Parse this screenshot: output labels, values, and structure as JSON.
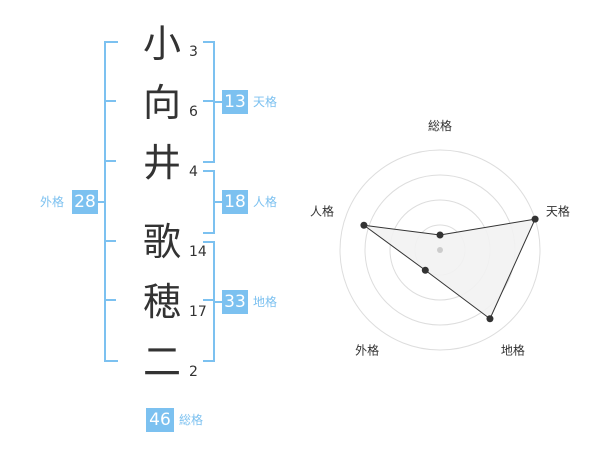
{
  "name_chars": [
    {
      "char": "小",
      "strokes": "3"
    },
    {
      "char": "向",
      "strokes": "6"
    },
    {
      "char": "井",
      "strokes": "4"
    },
    {
      "char": "歌",
      "strokes": "14"
    },
    {
      "char": "穂",
      "strokes": "17"
    },
    {
      "char": "二",
      "strokes": "2"
    }
  ],
  "kakusu": {
    "tenkaku": {
      "label": "天格",
      "value": "13"
    },
    "jinkaku": {
      "label": "人格",
      "value": "18"
    },
    "chikaku": {
      "label": "地格",
      "value": "33"
    },
    "gaikaku": {
      "label": "外格",
      "value": "28"
    },
    "soukaku": {
      "label": "総格",
      "value": "46"
    }
  },
  "chart_data": {
    "type": "radar",
    "axes": [
      "総格",
      "天格",
      "地格",
      "外格",
      "人格"
    ],
    "values": [
      0.15,
      1.0,
      0.85,
      0.25,
      0.8
    ],
    "rings": 4,
    "accent": "#7cc1f0",
    "fill": "#f2f2f2",
    "line": "#333333"
  }
}
